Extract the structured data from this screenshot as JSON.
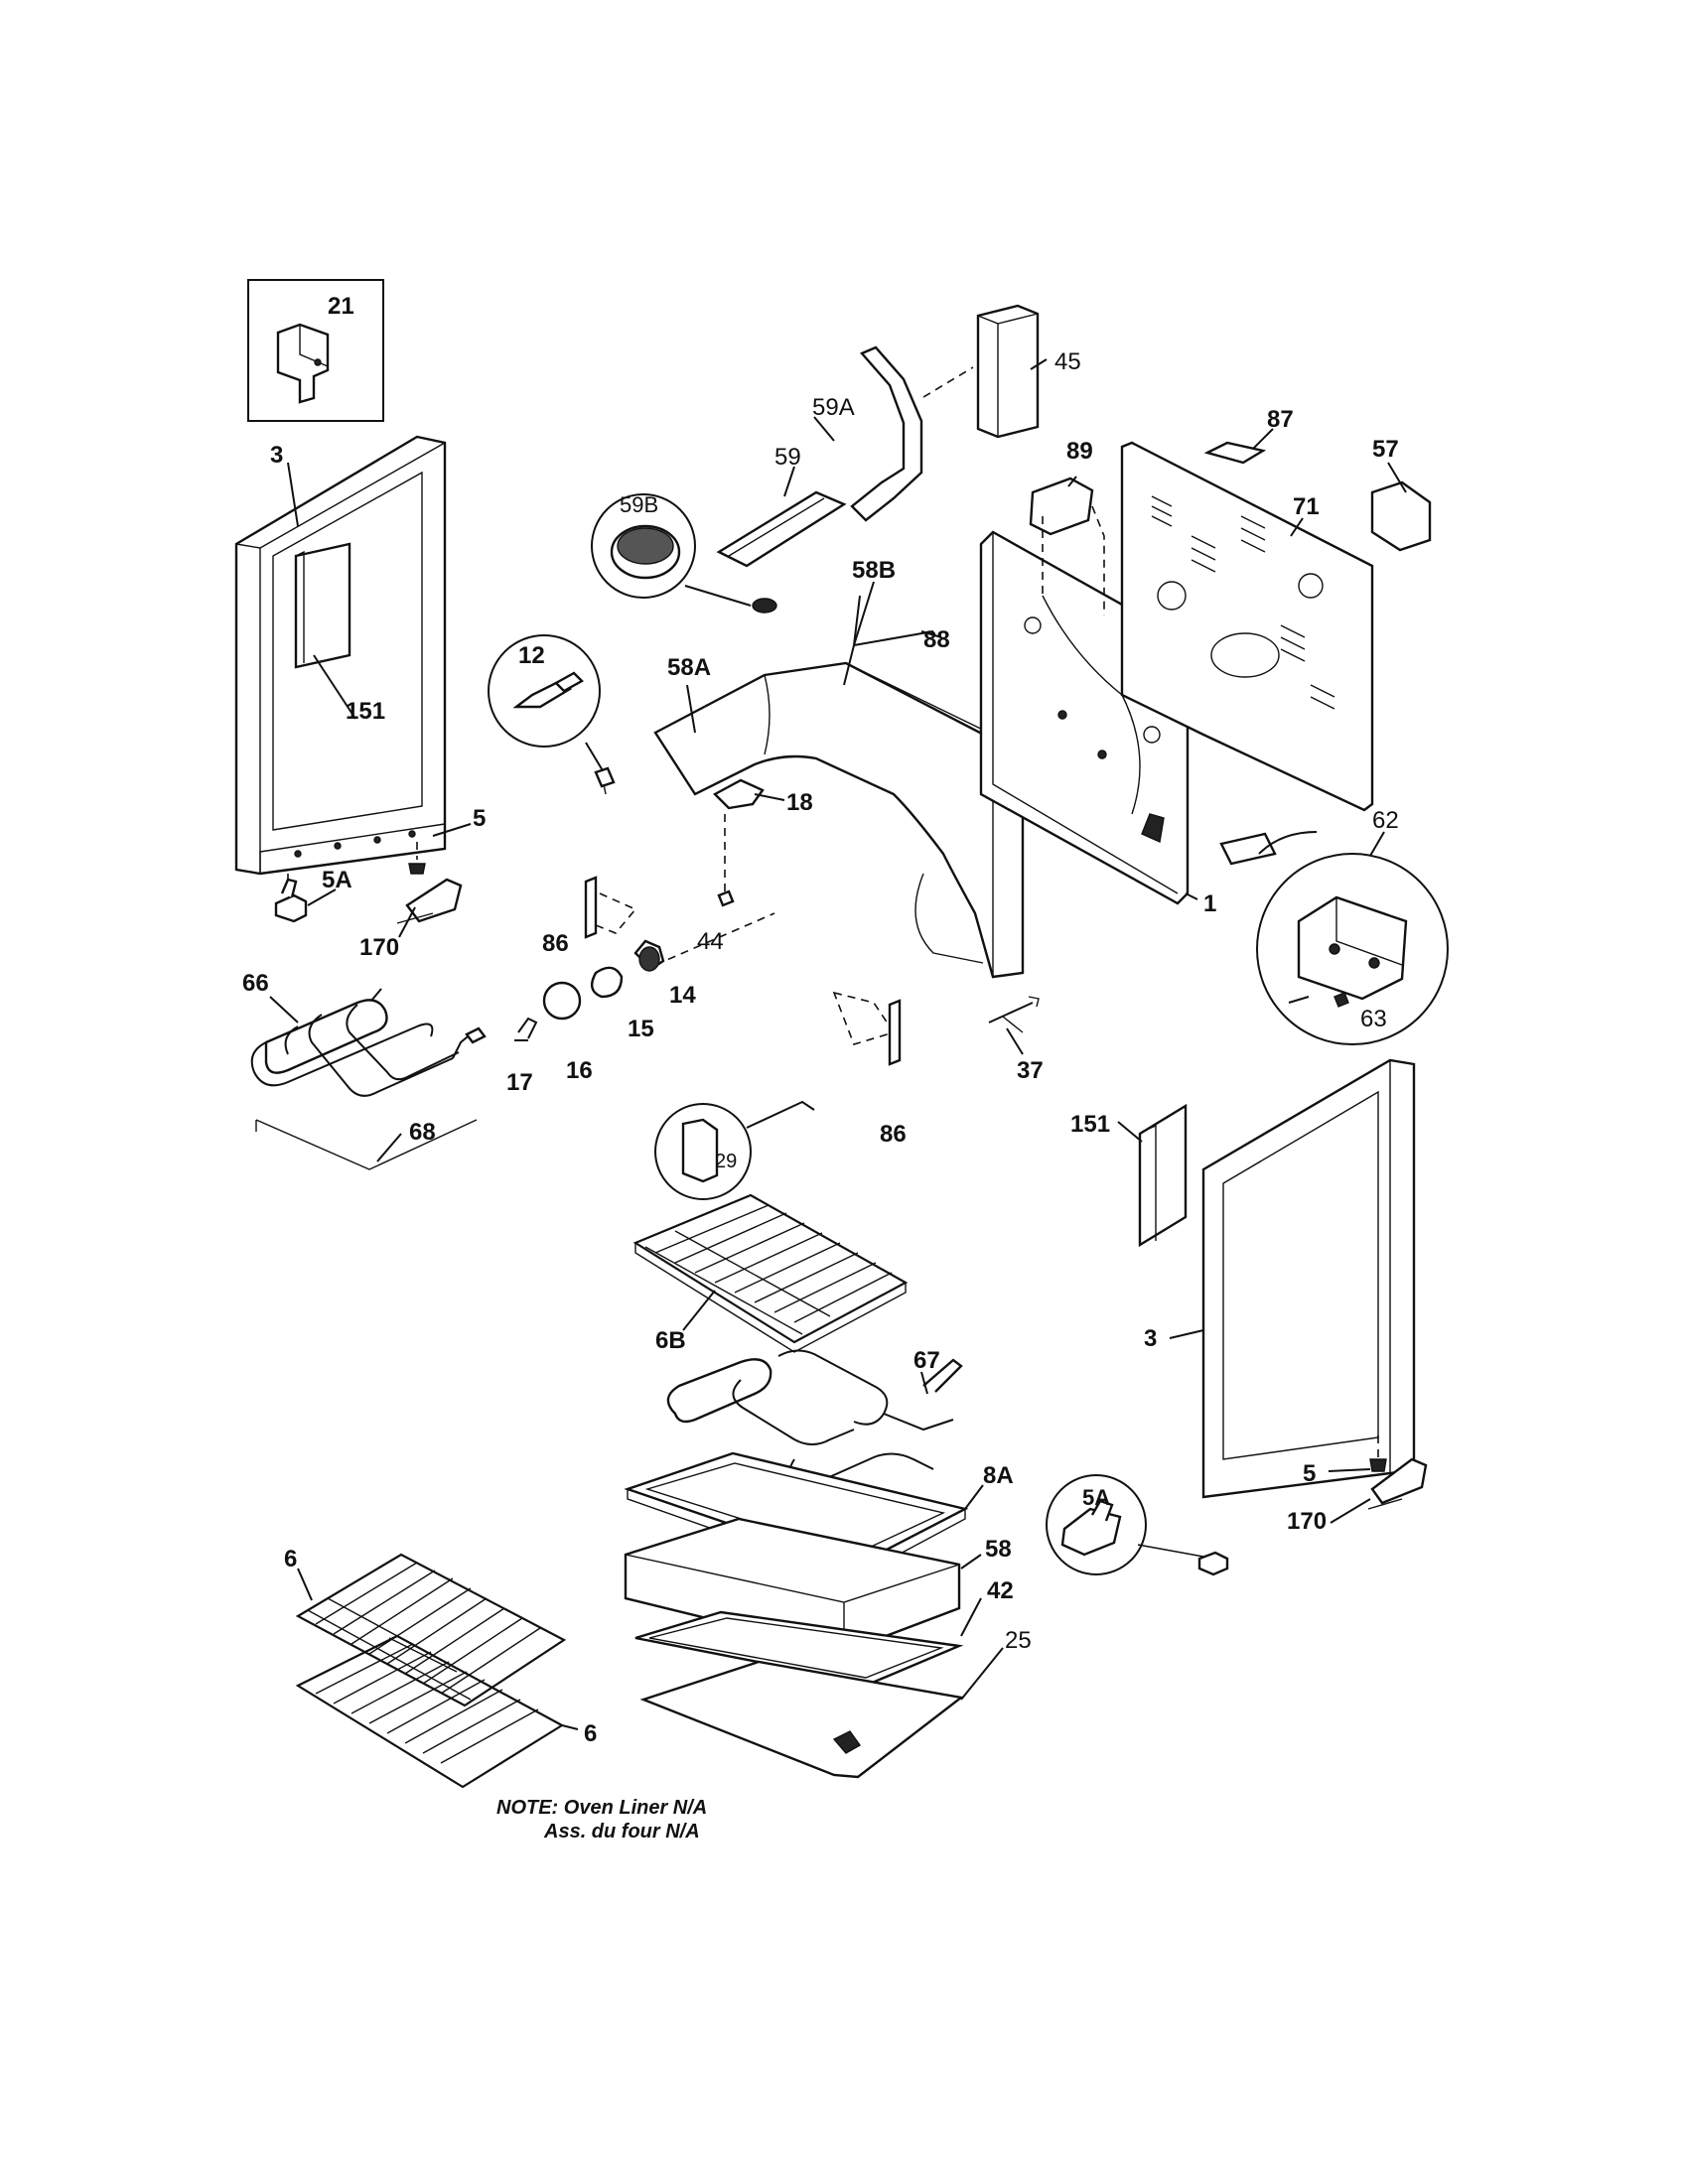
{
  "callouts": {
    "c21": "21",
    "c3a": "3",
    "c151a": "151",
    "c5a": "5",
    "c5Aa": "5A",
    "c170a": "170",
    "c66": "66",
    "c68": "68",
    "c12": "12",
    "c58A": "58A",
    "c18": "18",
    "c86a": "86",
    "c44": "44",
    "c14": "14",
    "c15": "15",
    "c16": "16",
    "c17": "17",
    "c29": "29",
    "c59B": "59B",
    "c59": "59",
    "c59A": "59A",
    "c45": "45",
    "c58B": "58B",
    "c88": "88",
    "c89": "89",
    "c87": "87",
    "c71": "71",
    "c57": "57",
    "c1": "1",
    "c62": "62",
    "c63": "63",
    "c37": "37",
    "c86b": "86",
    "c151b": "151",
    "c3b": "3",
    "c6B": "6B",
    "c67": "67",
    "c8A": "8A",
    "c58": "58",
    "c42": "42",
    "c25": "25",
    "c5Ab": "5A",
    "c5b": "5",
    "c170b": "170",
    "c6a": "6",
    "c6b": "6"
  },
  "note": {
    "line1": "NOTE: Oven Liner N/A",
    "line2": "Ass. du four N/A"
  }
}
